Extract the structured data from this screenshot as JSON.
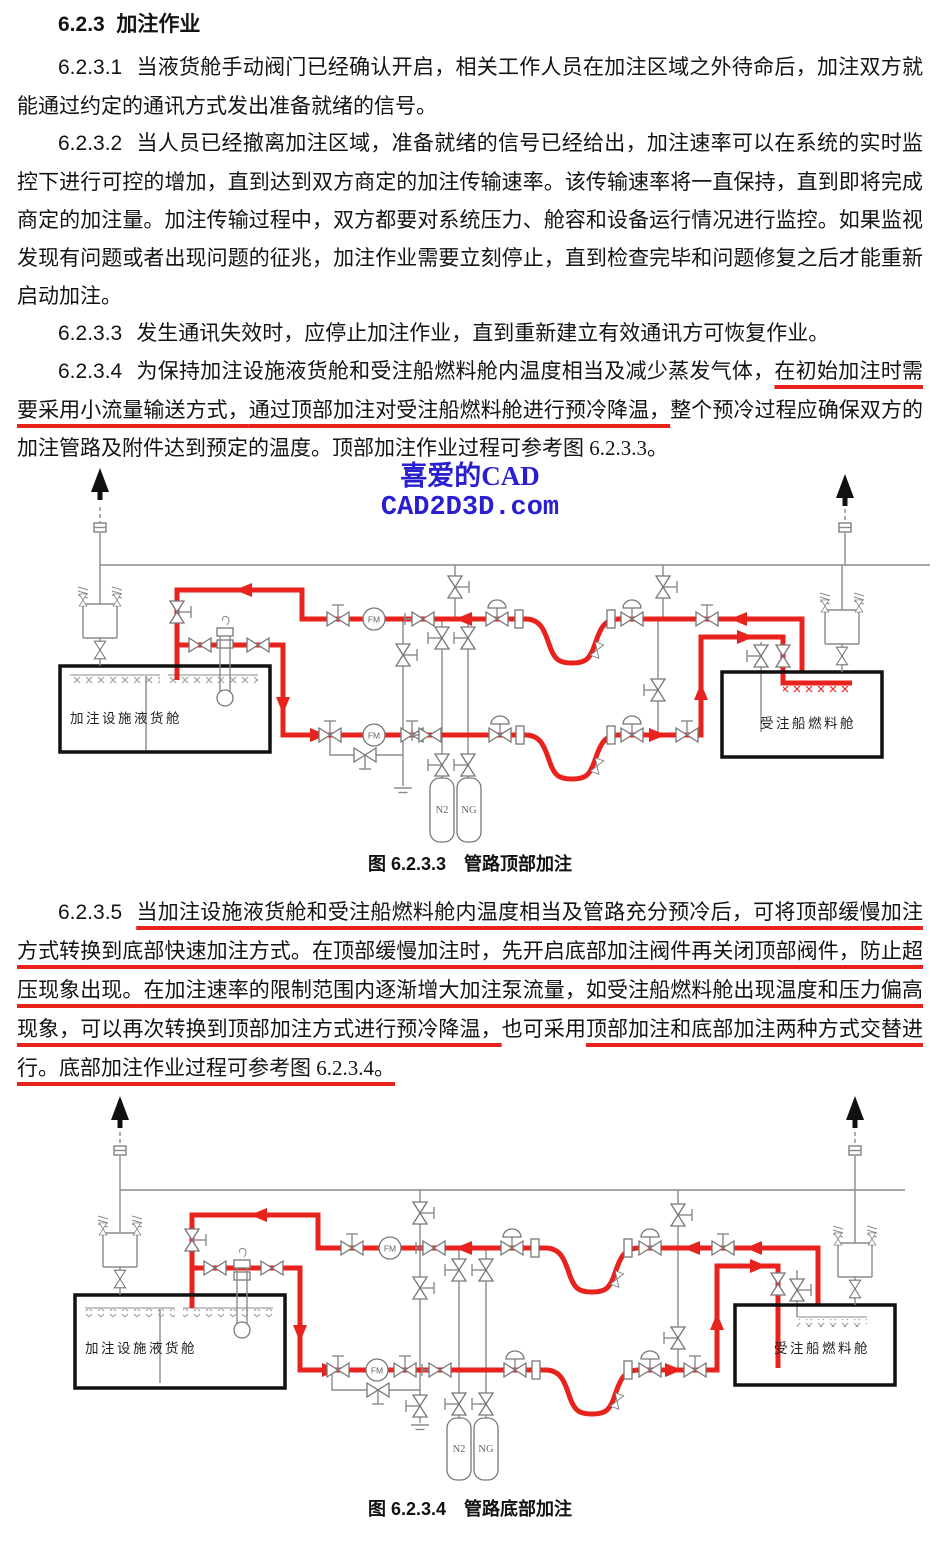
{
  "heading": {
    "num": "6.2.3",
    "title": "加注作业"
  },
  "paragraphs": {
    "p1": {
      "num": "6.2.3.1",
      "text": "当液货舱手动阀门已经确认开启，相关工作人员在加注区域之外待命后，加注双方就能通过约定的通讯方式发出准备就绪的信号。"
    },
    "p2": {
      "num": "6.2.3.2",
      "text": "当人员已经撤离加注区域，准备就绪的信号已经给出，加注速率可以在系统的实时监控下进行可控的增加，直到达到双方商定的加注传输速率。该传输速率将一直保持，直到即将完成商定的加注量。加注传输过程中，双方都要对系统压力、舱容和设备运行情况进行监控。如果监视发现有问题或者出现问题的征兆，加注作业需要立刻停止，直到检查完毕和问题修复之后才能重新启动加注。"
    },
    "p3": {
      "num": "6.2.3.3",
      "text": "发生通讯失效时，应停止加注作业，直到重新建立有效通讯方可恢复作业。"
    },
    "p4": {
      "num": "6.2.3.4",
      "s1": "为保持加注设施液货舱和受注船燃料舱内温度相当及减少蒸发气体，",
      "s2": "在初始加注时需要采用小流量输送方式，",
      "s3": "通过顶部加注对受注船燃料舱进行预冷降温，",
      "s4": "整个预冷过程应确保双方的加注管路及附件达到预定的温度。顶部加注作业过程可参考图 6.2.3.3。"
    },
    "p5": {
      "num": "6.2.3.5",
      "s1": "当加注设施液货舱和受注船燃料舱内温度相当及管路充分预冷后，可将顶部缓慢加注方式转换到底部快速加注方式。",
      "s2": "在顶部缓慢加注时，先开启底部加注阀件再关闭顶部阀件，防止超压现象出现。",
      "s3": "在加注速率的限制范围内逐渐增大加注泵流量，如受注船燃料舱出现温度和压力偏高现象，可以再次转换到顶部加注方式进行预冷降温，",
      "s4": "也可采用",
      "s5": "顶部加注和底部加注两种方式交替进行。底部加注作业过程可参考图 6.2.3.4。"
    }
  },
  "watermark": {
    "line1": "喜爱的CAD",
    "line2": "CAD2D3D.com"
  },
  "figure_top": {
    "caption": "图 6.2.3.3　管路顶部加注",
    "left_tank": "加注设施液货舱",
    "right_tank": "受注船燃料舱",
    "flow_meter": "FM",
    "cylinder1": "N2",
    "cylinder2": "NG"
  },
  "figure_bottom": {
    "caption": "图 6.2.3.4　管路底部加注",
    "left_tank": "加注设施液货舱",
    "right_tank": "受注船燃料舱",
    "flow_meter": "FM",
    "cylinder1": "N2",
    "cylinder2": "NG"
  },
  "colors": {
    "underline_red": "#e8221c",
    "pipe_red": "#e8221c",
    "pipe_gray": "#8a8a8a",
    "watermark_blue": "#2a1fd0",
    "text": "#141414"
  }
}
